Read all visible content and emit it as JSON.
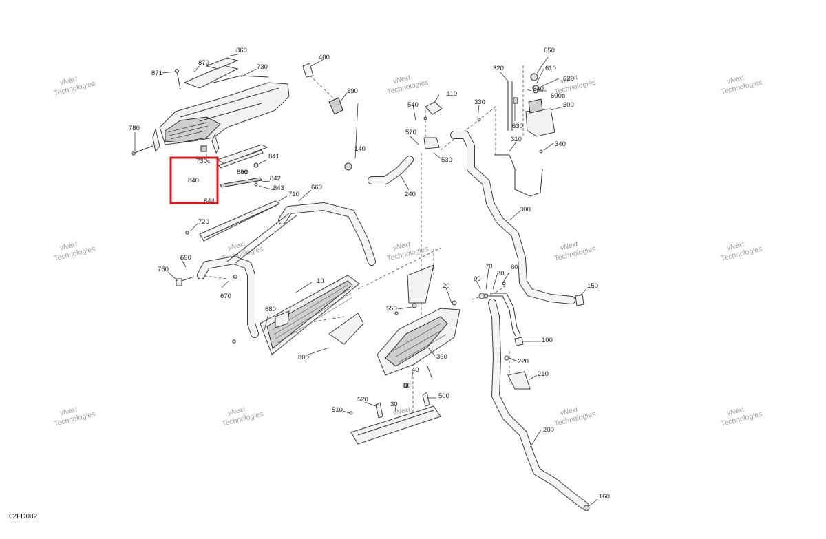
{
  "diagram_id": "02FD002",
  "highlight_color": "#e0161b",
  "watermark": {
    "line1": "vNext",
    "line2": "Technologies"
  },
  "labels": {
    "p10": "10",
    "p20": "20",
    "p30": "30",
    "p40": "40",
    "p50": "50",
    "p60": "60",
    "p70": "70",
    "p80": "80",
    "p90": "90",
    "p100": "100",
    "p110": "110",
    "p140": "140",
    "p150": "150",
    "p160": "160",
    "p200": "200",
    "p210": "210",
    "p220": "220",
    "p240": "240",
    "p300": "300",
    "p310": "310",
    "p320": "320",
    "p330": "330",
    "p340": "340",
    "p360": "360",
    "p390": "390",
    "p400": "400",
    "p500": "500",
    "p510": "510",
    "p520": "520",
    "p530": "530",
    "p540": "540",
    "p550": "550",
    "p570": "570",
    "p600": "600",
    "p600b": "600b",
    "p610": "610",
    "p620": "620",
    "p630": "630",
    "p640": "640",
    "p650": "650",
    "p660": "660",
    "p670": "670",
    "p680": "680",
    "p690": "690",
    "p710": "710",
    "p720": "720",
    "p730": "730",
    "p730c": "730c",
    "p760": "760",
    "p780": "780",
    "p800": "800",
    "p840": "840",
    "p841": "841",
    "p842": "842",
    "p843": "843",
    "p844": "844",
    "p860": "860",
    "p870": "870",
    "p871": "871",
    "p880": "880"
  }
}
